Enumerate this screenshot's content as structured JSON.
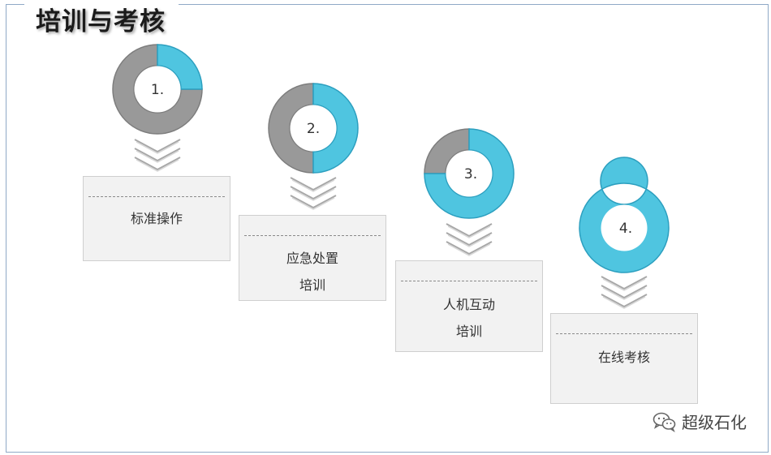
{
  "title": "培训与考核",
  "colors": {
    "accent": "#4fc5e0",
    "accent_stroke": "#2c9fbf",
    "gray": "#999999",
    "gray_stroke": "#7d7d7d"
  },
  "steps": [
    {
      "number": "1.",
      "line1": "标准操作",
      "line2": "",
      "fill_fraction": 0.25
    },
    {
      "number": "2.",
      "line1": "应急处置",
      "line2": "培训",
      "fill_fraction": 0.5
    },
    {
      "number": "3.",
      "line1": "人机互动",
      "line2": "培训",
      "fill_fraction": 0.75
    },
    {
      "number": "4.",
      "line1": "在线考核",
      "line2": "",
      "fill_fraction": 1.0
    }
  ],
  "watermark": {
    "icon": "wechat-icon",
    "text": "超级石化"
  }
}
